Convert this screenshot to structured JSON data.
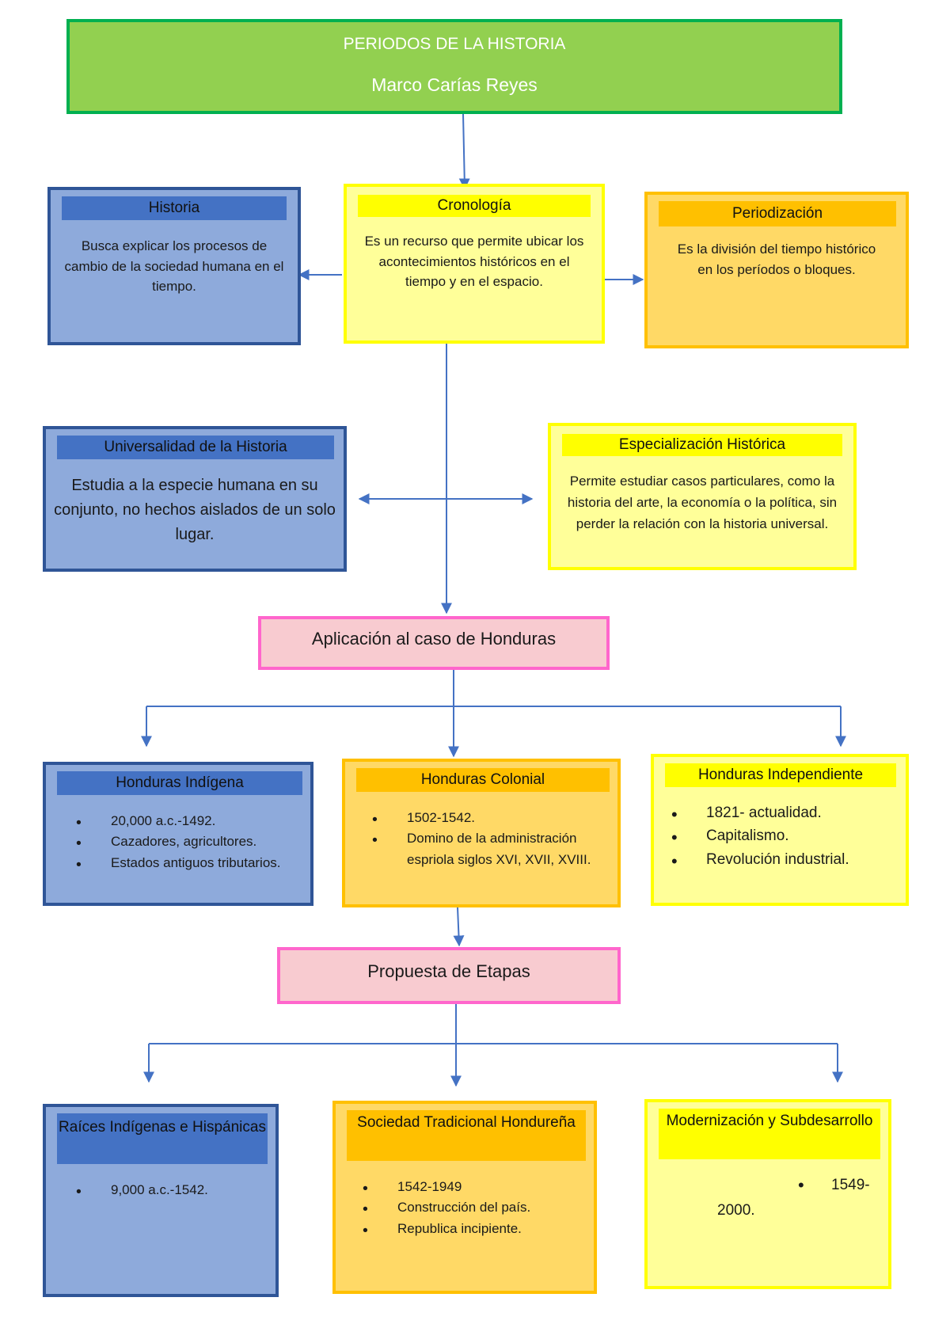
{
  "title": {
    "line1": "PERIODOS DE LA HISTORIA",
    "line2": "Marco Carías Reyes"
  },
  "historia": {
    "heading": "Historia",
    "text": "Busca explicar los procesos de cambio de la sociedad humana en el tiempo."
  },
  "cronologia": {
    "heading": "Cronología",
    "text": "Es un recurso que permite ubicar los acontecimientos históricos en el tiempo y en el espacio."
  },
  "periodizacion": {
    "heading": "Periodización",
    "text": "Es la división del tiempo histórico en los períodos o bloques."
  },
  "universalidad": {
    "heading": "Universalidad de la Historia",
    "text": "Estudia a la especie humana en su conjunto, no hechos aislados de un solo lugar."
  },
  "especializacion": {
    "heading": "Especialización Histórica",
    "text": "Permite estudiar casos particulares, como la historia del arte, la economía o la política, sin perder la relación con la historia universal."
  },
  "aplicacion": {
    "label": "Aplicación al caso de Honduras"
  },
  "indigena": {
    "heading": "Honduras Indígena",
    "items": [
      "20,000 a.c.-1492.",
      "Cazadores, agricultores.",
      "Estados antiguos tributarios."
    ]
  },
  "colonial": {
    "heading": "Honduras Colonial",
    "items": [
      "1502-1542.",
      "Domino de la administración espriola siglos XVI, XVII, XVIII."
    ]
  },
  "independiente": {
    "heading": "Honduras Independiente",
    "items": [
      "1821- actualidad.",
      "Capitalismo.",
      "Revolución industrial."
    ]
  },
  "propuesta": {
    "label": "Propuesta de Etapas"
  },
  "raices": {
    "heading": "Raíces Indígenas e Hispánicas",
    "items": [
      "9,000 a.c.-1542."
    ]
  },
  "sociedad": {
    "heading": "Sociedad Tradicional Hondureña",
    "items": [
      "1542-1949",
      "Construcción del país.",
      "Republica incipiente."
    ]
  },
  "modernizacion": {
    "heading": "Modernización y Subdesarrollo",
    "bullet": "•",
    "value_a": "1549-",
    "value_b": "2000."
  },
  "colors": {
    "title_fill": "#92d050",
    "title_border": "#00b050",
    "blue_fill": "#8eaadb",
    "blue_border": "#2f5597",
    "blue_header": "#4472c4",
    "yellow_fill": "#ffff99",
    "yellow_border": "#ffff00",
    "orange_fill": "#ffd966",
    "orange_border": "#ffc000",
    "pink_fill": "#f8cbd0",
    "pink_border": "#ff66cc",
    "connector": "#4472c4"
  }
}
